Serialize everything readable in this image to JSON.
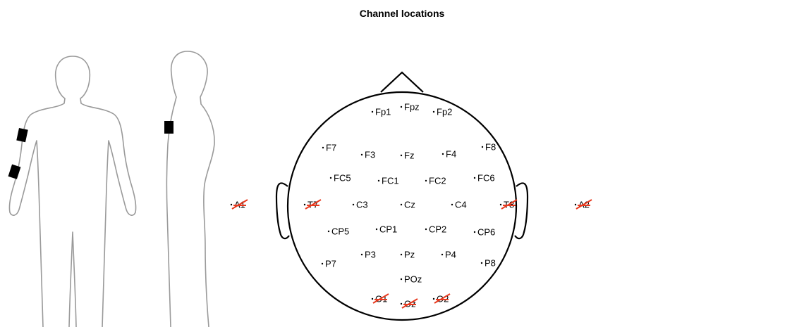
{
  "title": "Channel locations",
  "channels": [
    {
      "label": "Fp1",
      "bad": false
    },
    {
      "label": "Fpz",
      "bad": false
    },
    {
      "label": "Fp2",
      "bad": false
    },
    {
      "label": "F7",
      "bad": false
    },
    {
      "label": "F3",
      "bad": false
    },
    {
      "label": "Fz",
      "bad": false
    },
    {
      "label": "F4",
      "bad": false
    },
    {
      "label": "F8",
      "bad": false
    },
    {
      "label": "FC5",
      "bad": false
    },
    {
      "label": "FC1",
      "bad": false
    },
    {
      "label": "FC2",
      "bad": false
    },
    {
      "label": "FC6",
      "bad": false
    },
    {
      "label": "A1",
      "bad": true
    },
    {
      "label": "T7",
      "bad": true
    },
    {
      "label": "C3",
      "bad": false
    },
    {
      "label": "Cz",
      "bad": false
    },
    {
      "label": "C4",
      "bad": false
    },
    {
      "label": "T8",
      "bad": true
    },
    {
      "label": "A2",
      "bad": true
    },
    {
      "label": "CP5",
      "bad": false
    },
    {
      "label": "CP1",
      "bad": false
    },
    {
      "label": "CP2",
      "bad": false
    },
    {
      "label": "CP6",
      "bad": false
    },
    {
      "label": "P7",
      "bad": false
    },
    {
      "label": "P3",
      "bad": false
    },
    {
      "label": "Pz",
      "bad": false
    },
    {
      "label": "P4",
      "bad": false
    },
    {
      "label": "P8",
      "bad": false
    },
    {
      "label": "POz",
      "bad": false
    },
    {
      "label": "O1",
      "bad": true
    },
    {
      "label": "Oz",
      "bad": true
    },
    {
      "label": "O2",
      "bad": true
    }
  ],
  "colors": {
    "bad_mark": "#e8391e",
    "body_outline": "#9a9a9a",
    "sensor": "#000000"
  }
}
